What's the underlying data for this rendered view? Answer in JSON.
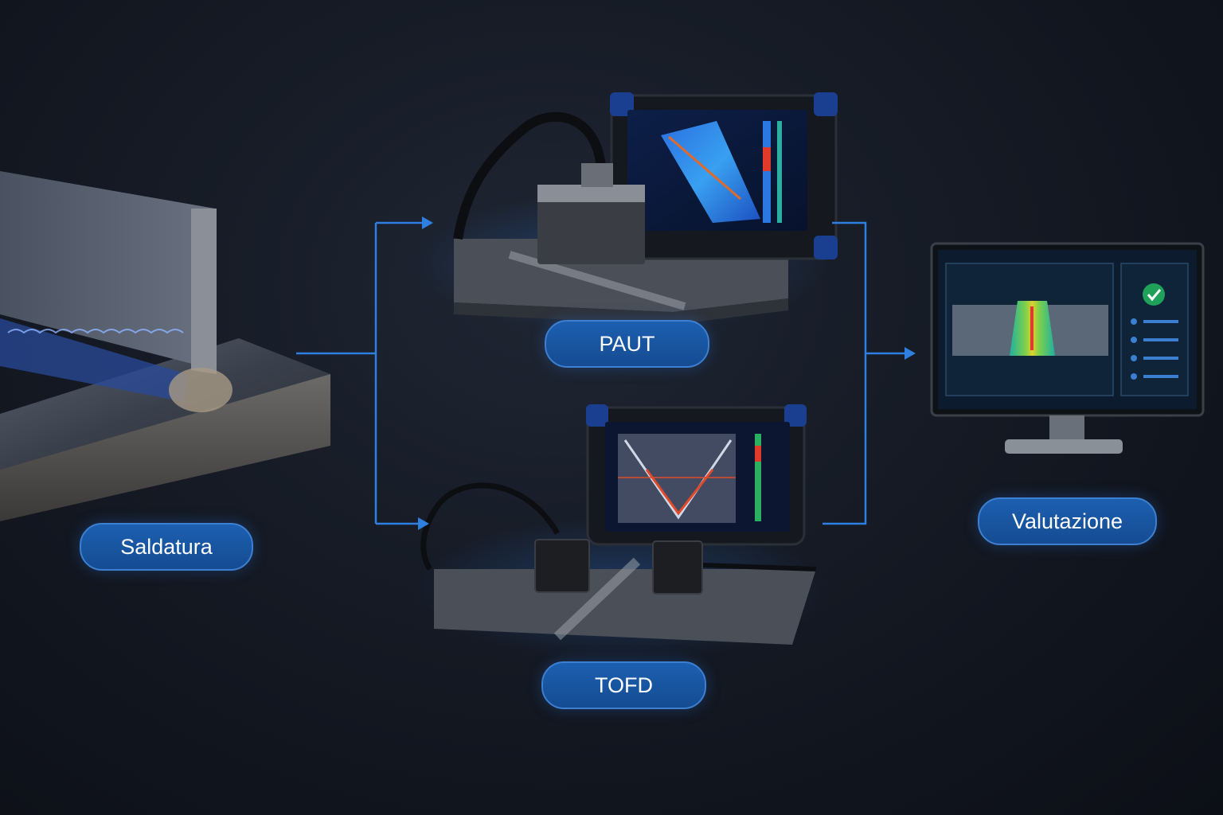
{
  "stages": {
    "weld": {
      "label": "Saldatura"
    },
    "paut": {
      "label": "PAUT"
    },
    "tofd": {
      "label": "TOFD"
    },
    "evaluation": {
      "label": "Valutazione"
    }
  },
  "colors": {
    "background": "#151a24",
    "accent": "#2f7fe0",
    "pill_fill": "#1a57a3",
    "check": "#1fa15a"
  },
  "icons": [
    "check-icon",
    "arrow-right-icon"
  ]
}
